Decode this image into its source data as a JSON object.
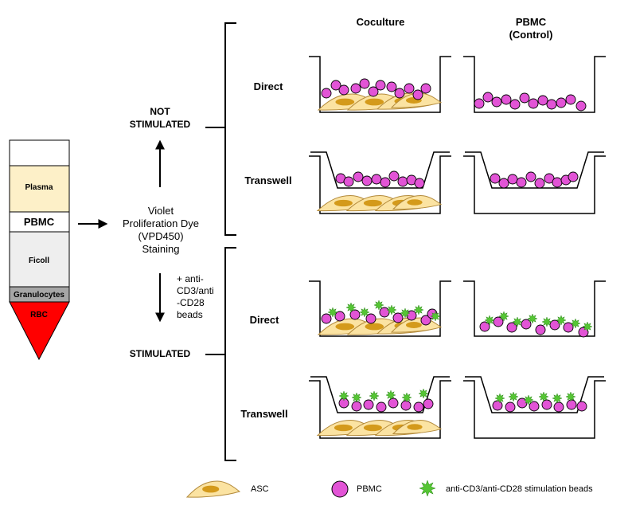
{
  "tube": {
    "layers": [
      "Plasma",
      "PBMC",
      "Ficoll",
      "Granulocytes",
      "RBC"
    ],
    "colors": {
      "plasma": "#fdf0c8",
      "ficoll": "#eeeeee",
      "granulocytes": "#a6a6a6",
      "rbc": "#ff0000"
    }
  },
  "staining": {
    "line1": "Violet",
    "line2": "Proliferation Dye",
    "line3": "(VPD450)",
    "line4": "Staining"
  },
  "beads_text": {
    "line1": "+ anti-",
    "line2": "CD3/anti",
    "line3": "-CD28",
    "line4": "beads"
  },
  "conditions": {
    "not_line1": "NOT",
    "not_line2": "STIMULATED",
    "stimulated": "STIMULATED"
  },
  "columns": {
    "coculture": "Coculture",
    "pbmc_line1": "PBMC",
    "pbmc_line2": "(Control)"
  },
  "rows": {
    "direct": "Direct",
    "transwell": "Transwell"
  },
  "legend": {
    "asc": "ASC",
    "pbmc": "PBMC",
    "beads": "anti-CD3/anti-CD28 stimulation beads"
  },
  "colors": {
    "pbmc": "#e254d6",
    "asc_fill": "#fbe3a2",
    "asc_nucleus": "#d49a1b",
    "bead": "#55c534"
  }
}
